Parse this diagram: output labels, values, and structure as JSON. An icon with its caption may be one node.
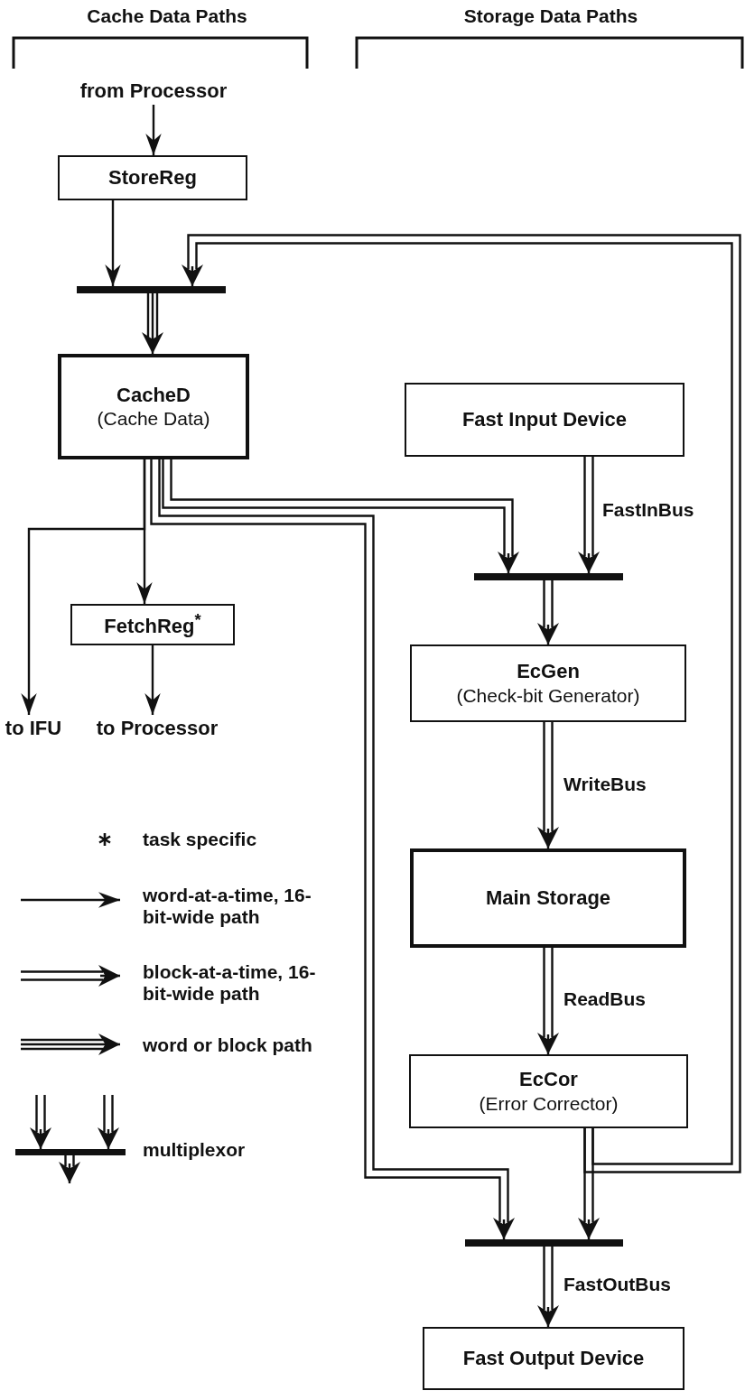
{
  "diagram": {
    "nodes": [
      {
        "text": [
          "from Processor"
        ]
      },
      {
        "text": [
          "StoreReg"
        ]
      },
      {
        "text": [],
        "shape": "bar"
      },
      {
        "text": [
          "CacheD",
          "(Cache Data)"
        ]
      },
      {
        "text": [
          "Fast Input Device"
        ]
      },
      {
        "text": [],
        "shape": "bar"
      },
      {
        "text": [
          "FetchReg$^{*}$"
        ]
      },
      {
        "text": [
          "to IFU"
        ]
      },
      {
        "text": [
          "to Processor"
        ]
      },
      {
        "text": [
          "EcGen",
          "(Check-bit Generator)"
        ]
      },
      {
        "text": [
          "Main Storage"
        ]
      },
      {
        "text": [
          "EcCor",
          "(Error Corrector)"
        ]
      },
      {
        "text": [],
        "shape": "bar"
      },
      {
        "text": [
          "Fast Output Device"
        ]
      }
    ],
    "edges": [
      {
        "from": 0,
        "to": 1,
        "arrow": "to"
      },
      {
        "from": 1,
        "to": 2,
        "arrow": "to"
      },
      {
        "from": 11,
        "to": 2,
        "arrow": "to"
      },
      {
        "from": 2,
        "to": 3,
        "arrow": "to"
      },
      {
        "from": 3,
        "to": 7,
        "arrow": "to"
      },
      {
        "from": 3,
        "to": 6,
        "arrow": "to"
      },
      {
        "from": 6,
        "to": 8,
        "arrow": "to"
      },
      {
        "from": 3,
        "to": 5,
        "arrow": "to"
      },
      {
        "from": 4,
        "to": 5,
        "arrow": "to",
        "label": "FastInBus"
      },
      {
        "from": 3,
        "to": 12,
        "arrow": "to"
      },
      {
        "from": 5,
        "to": 9,
        "arrow": "to"
      },
      {
        "from": 9,
        "to": 10,
        "arrow": "to",
        "label": "WriteBus"
      },
      {
        "from": 10,
        "to": 11,
        "arrow": "to",
        "label": "ReadBus"
      },
      {
        "from": 11,
        "to": 12,
        "arrow": "to"
      },
      {
        "from": 12,
        "to": 13,
        "arrow": "to",
        "label": "FastOutBus"
      }
    ],
    "labels": [
      "Cache Data Paths",
      "Storage Data Paths"
    ],
    "legend": [
      {
        "text": "task specific"
      },
      {
        "text": "word-at-a-time, 16-bit-wide path"
      },
      {
        "text": "block-at-a-time, 16-bit-wide path"
      },
      {
        "text": "word or block path"
      },
      {
        "text": "multiplexor"
      }
    ]
  }
}
